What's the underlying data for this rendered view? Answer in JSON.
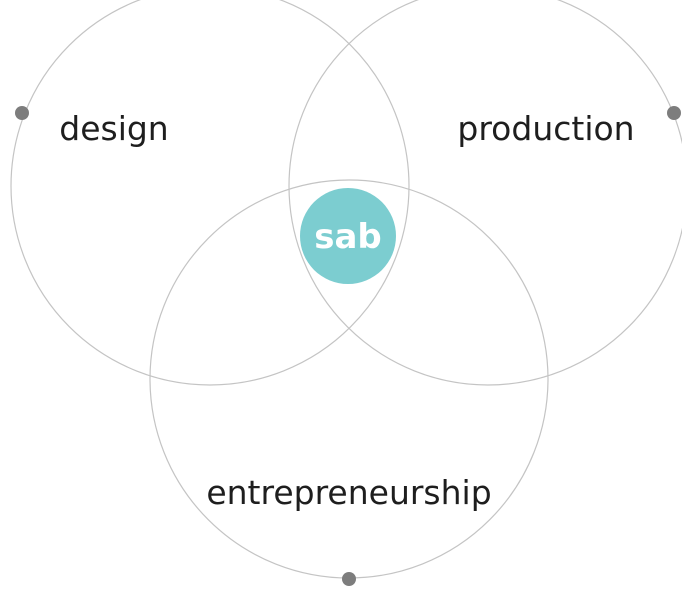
{
  "diagram": {
    "type": "venn",
    "sets": [
      {
        "id": "design",
        "label": "design"
      },
      {
        "id": "production",
        "label": "production"
      },
      {
        "id": "entrepreneurship",
        "label": "entrepreneurship"
      }
    ],
    "center": {
      "label": "sab"
    }
  },
  "colors": {
    "ring": "#c4c4c4",
    "dot": "#7d7d7d",
    "label": "#1e1e1e",
    "center_badge": "#7ccdd0",
    "center_text": "#ffffff"
  }
}
